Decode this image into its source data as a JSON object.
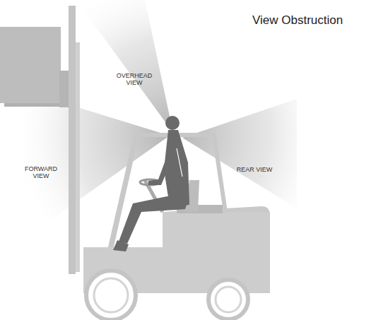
{
  "diagram": {
    "title": "View Obstruction",
    "labels": [
      "OVERHEAD VIEW",
      "FORWARD VIEW",
      "REAR VIEW"
    ]
  }
}
